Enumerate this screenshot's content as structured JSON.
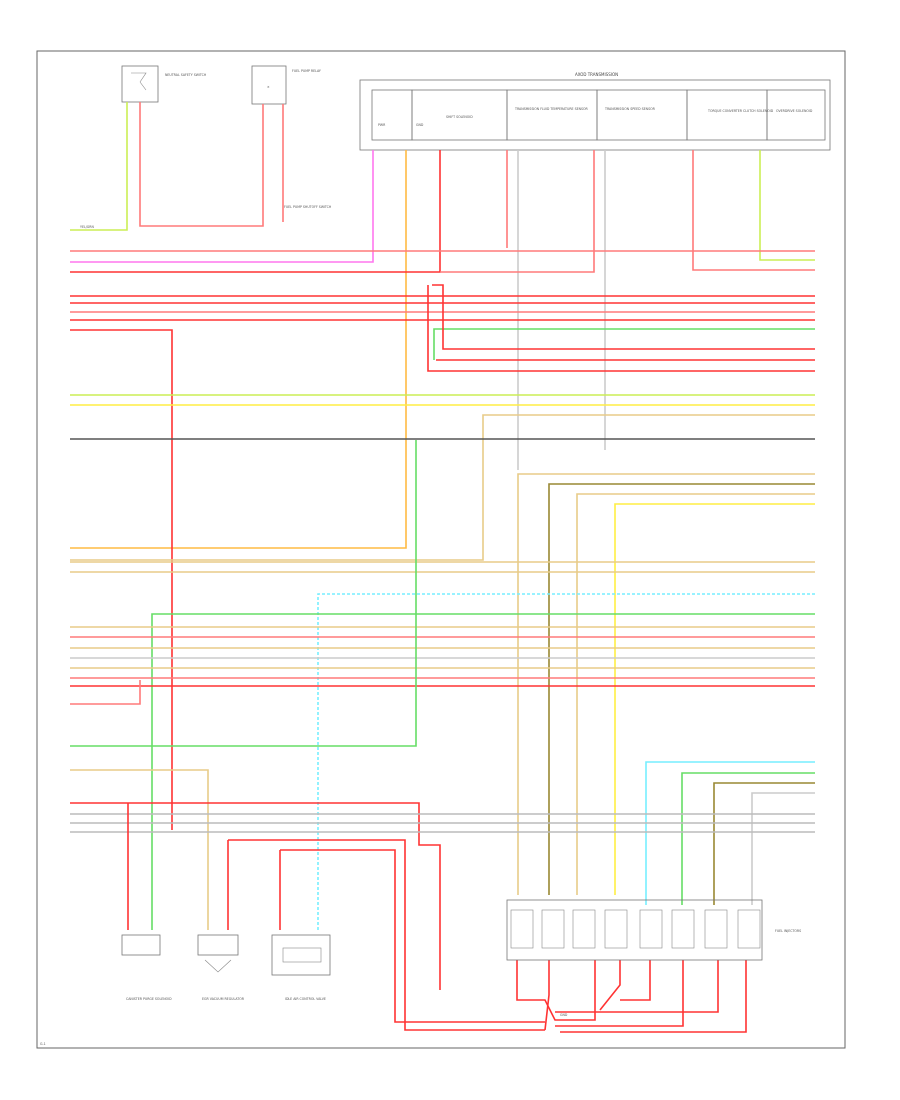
{
  "colors": {
    "red": "#ff3333",
    "pink_red": "#ff7a7a",
    "yellow": "#ffee44",
    "green": "#66dd66",
    "yellow_green": "#ccee55",
    "tan": "#e8cc88",
    "orange": "#ffbb44",
    "gray": "#999999",
    "dark_gray": "#555555",
    "light_gray": "#cccccc",
    "cyan": "#77eeff",
    "magenta": "#ff77ee",
    "olive": "#998833"
  },
  "labels": {
    "trans_header": "AXOD TRANSMISSION",
    "trans_pin_1": "PWR",
    "trans_pin_2": "GND",
    "trans_pin_3": "SHIFT SOLENOID",
    "trans_pin_4": "TRANSMISSION FLUID TEMPERATURE SENSOR",
    "trans_pin_5": "TRANSMISSION SPEED SENSOR",
    "trans_pin_6": "TORQUE CONVERTER CLUTCH SOLENOID",
    "trans_pin_7": "OVERDRIVE SOLENOID",
    "left_top_1": "NEUTRAL SAFETY SWITCH",
    "left_top_2": "FUEL PUMP RELAY",
    "left_top_3": "FUEL PUMP SHUTOFF SWITCH",
    "left_wire_top": "YEL/GRN",
    "bottom_1": "CANISTER PURGE SOLENOID",
    "bottom_2": "EGR VACUUM REGULATOR",
    "bottom_3": "IDLE AIR CONTROL VALVE",
    "right_bottom": "FUEL INJECTORS",
    "ground_label": "GND",
    "corner_code": "G-1"
  }
}
